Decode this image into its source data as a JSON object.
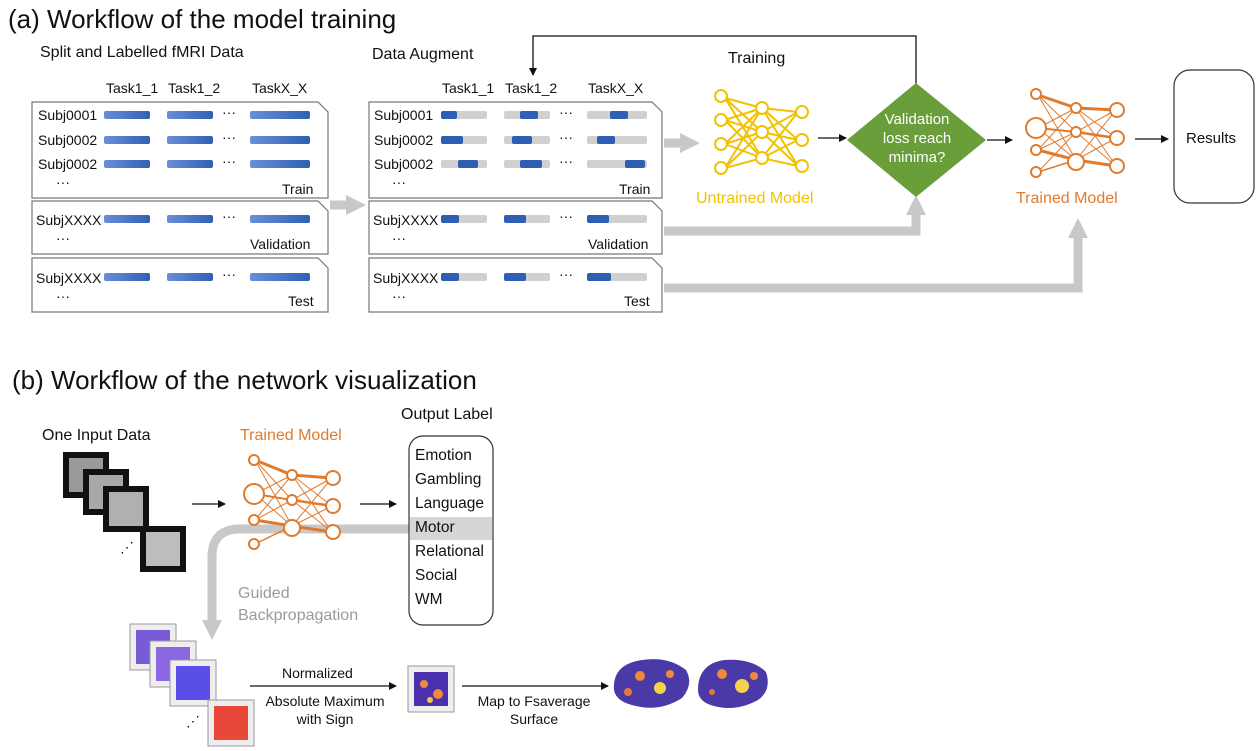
{
  "panel_a": {
    "title": "(a) Workflow of the model training",
    "raw": {
      "header": "Split and Labelled fMRI Data",
      "col_headers": [
        "Task1_1",
        "Task1_2",
        "TaskX_X"
      ],
      "train_subjects": [
        "Subj0001",
        "Subj0002",
        "Subj0002"
      ],
      "val_subject": "SubjXXXX",
      "test_subject": "SubjXXXX",
      "ellipsis": "···",
      "train_label": "Train",
      "val_label": "Validation",
      "test_label": "Test"
    },
    "aug": {
      "header": "Data Augment",
      "col_headers": [
        "Task1_1",
        "Task1_2",
        "TaskX_X"
      ],
      "train_subjects": [
        "Subj0001",
        "Subj0002",
        "Subj0002"
      ],
      "val_subject": "SubjXXXX",
      "test_subject": "SubjXXXX",
      "ellipsis": "···",
      "train_label": "Train",
      "val_label": "Validation",
      "test_label": "Test"
    },
    "training_label": "Training",
    "untrained_label": "Untrained  Model",
    "decision": [
      "Validation",
      "loss reach",
      "minima?"
    ],
    "trained_label": "Trained Model",
    "results_label": "Results"
  },
  "panel_b": {
    "title": "(b) Workflow of the network visualization",
    "input_label": "One Input Data",
    "trained_label": "Trained Model",
    "output_header": "Output  Label",
    "output_items": [
      "Emotion",
      "Gambling",
      "Language",
      "Motor",
      "Relational",
      "Social",
      "WM"
    ],
    "highlighted_item": "Motor",
    "guided": [
      "Guided",
      "Backpropagation"
    ],
    "normalized": "Normalized",
    "absmax": [
      "Absolute Maximum",
      "with Sign"
    ],
    "map_to": [
      "Map to Fsaverage",
      "Surface"
    ]
  },
  "colors": {
    "orange": "#E07B2D",
    "yellow": "#F2C200",
    "green": "#6A9E3B",
    "blue": "#2F5FB5",
    "gray_arrow": "#c8c8c8"
  }
}
